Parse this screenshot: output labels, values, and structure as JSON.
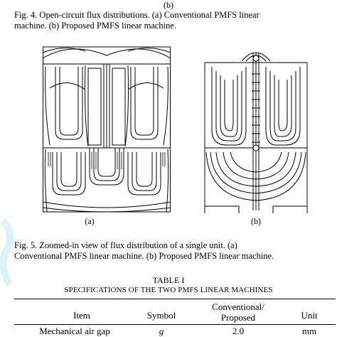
{
  "top_label": "(b)",
  "figure4": {
    "caption_line1": "Fig. 4. Open-circuit flux distributions. (a) Conventional PMFS linear",
    "caption_line2": "machine. (b) Proposed PMFS linear machine."
  },
  "figure5": {
    "panel_a_label": "(a)",
    "panel_b_label": "(b)",
    "caption_line1": "Fig. 5. Zoomed-in view of flux distribution of a single unit. (a)",
    "caption_line2": "Conventional PMFS linear machine. (b) Proposed PMFS linear machine."
  },
  "table": {
    "title": "TABLE I",
    "subtitle": "SPECIFICATIONS OF THE TWO PMFS LINEAR MACHINES",
    "headers": {
      "item": "Item",
      "symbol": "Symbol",
      "conventional_proposed_line1": "Conventional/",
      "conventional_proposed_line2": "Proposed",
      "unit": "Unit"
    },
    "rows": [
      {
        "item": "Mechanical air gap",
        "symbol": "g",
        "value": "2.0",
        "unit": "mm"
      }
    ]
  }
}
